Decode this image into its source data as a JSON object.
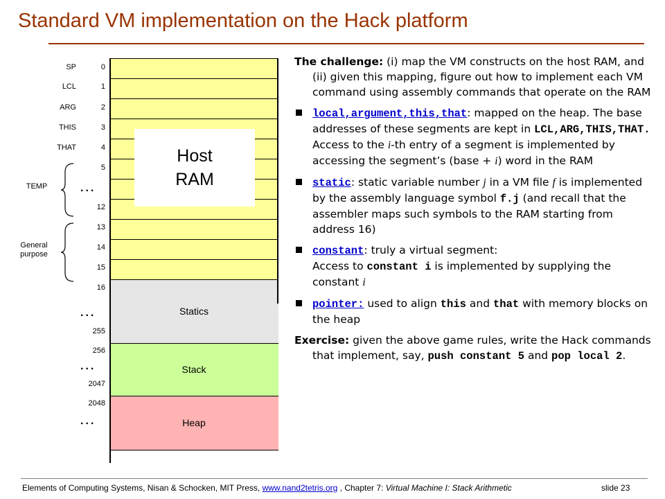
{
  "title": "Standard VM implementation on the Hack platform",
  "memory": {
    "host_label_1": "Host",
    "host_label_2": "RAM",
    "registers": [
      "SP",
      "LCL",
      "ARG",
      "THIS",
      "THAT"
    ],
    "addresses": [
      "0",
      "1",
      "2",
      "3",
      "4",
      "5",
      "12",
      "13",
      "14",
      "15",
      "16",
      "255",
      "256",
      "2047",
      "2048"
    ],
    "groups": {
      "temp": "TEMP",
      "general_1": "General",
      "general_2": "purpose"
    },
    "dots": "...",
    "segments": {
      "statics": "Statics",
      "stack": "Stack",
      "heap": "Heap"
    },
    "colors": {
      "ram": "#ffff99",
      "statics": "#e6e6e6",
      "stack": "#ccff99",
      "heap": "#ffb3b3"
    }
  },
  "text": {
    "challenge_lead": "The challenge:",
    "challenge_body": " (i) map the VM constructs on the host RAM, and (ii) given this mapping, figure out how to implement each VM command using assembly commands that operate on the RAM",
    "b1_kw": "local,argument,this,that",
    "b1_a": ": mapped on the heap. The base addresses of these segments are kept in ",
    "b1_mono": "LCL,ARG,THIS,THAT.",
    "b1_b": " Access to the ",
    "b1_i": "i",
    "b1_c": "-th entry of a segment is implemented by accessing the segment’s (base + ",
    "b1_i2": "i",
    "b1_d": ") word in the RAM",
    "b2_kw": "static",
    "b2_a": ": static variable number ",
    "b2_j": "j",
    "b2_b": " in a VM file ",
    "b2_f": "f",
    "b2_c": " is implemented by the assembly language symbol ",
    "b2_mono": "f.j",
    "b2_d": " (and recall that the assembler maps such symbols to the RAM starting from address 16)",
    "b3_kw": "constant",
    "b3_a": ": truly a virtual segment:",
    "b3_b": "Access to ",
    "b3_mono": "constant i",
    "b3_c": " is implemented by supplying the constant ",
    "b3_i": "i",
    "b4_kw": "pointer:",
    "b4_a": " used to align ",
    "b4_mono1": "this",
    "b4_b": " and ",
    "b4_mono2": "that",
    "b4_c": " with memory blocks on the heap",
    "ex_lead": "Exercise:",
    "ex_a": " given the above game rules, write the Hack commands that implement, say,",
    "ex_mono1": "push constant 5",
    "ex_b": " and ",
    "ex_mono2": "pop local 2",
    "ex_c": "."
  },
  "footer": {
    "left": "Elements of Computing Systems, Nisan & Schocken, MIT Press, ",
    "link": "www.nand2tetris.org",
    "mid": " , Chapter 7: ",
    "chapter": "Virtual Machine I: Stack Arithmetic",
    "slide": "slide 23"
  }
}
